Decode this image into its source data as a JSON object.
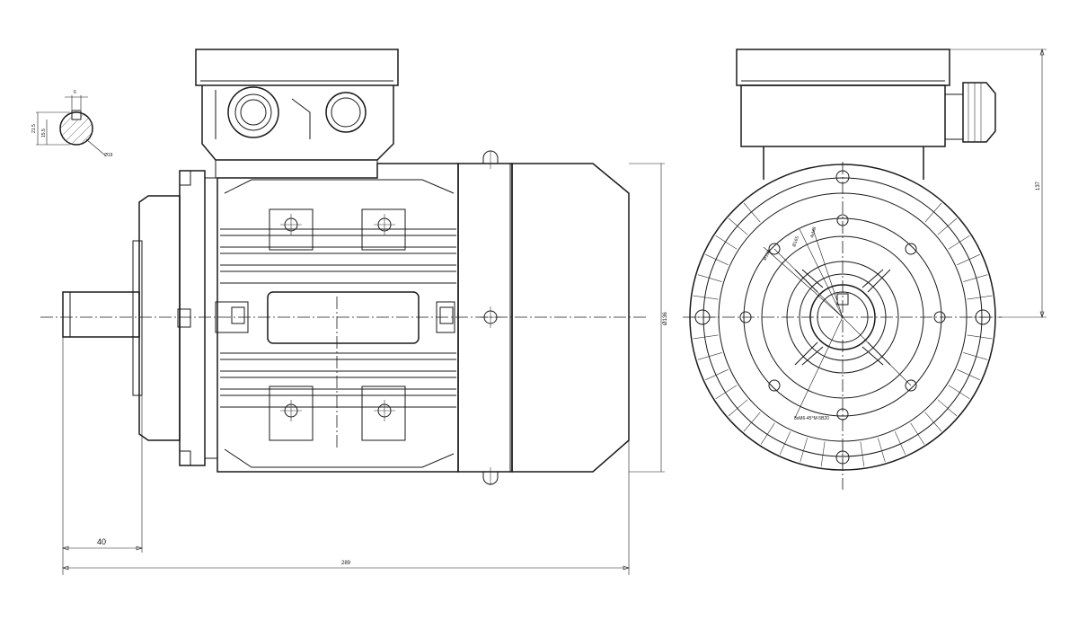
{
  "dimensions": {
    "shaft_extension": "40",
    "overall_length": "289",
    "body_diameter": "Ø136",
    "shaft_height": "137",
    "key_width": "6",
    "key_depth": "15.5",
    "key_height": "21.5",
    "shaft_diameter": "Ø19"
  },
  "end_view": {
    "pcd_small": "Ø130",
    "pcd_large": "Ø165",
    "holes": "4xM8",
    "thread_note": "8xM6-45°M-5B20"
  }
}
